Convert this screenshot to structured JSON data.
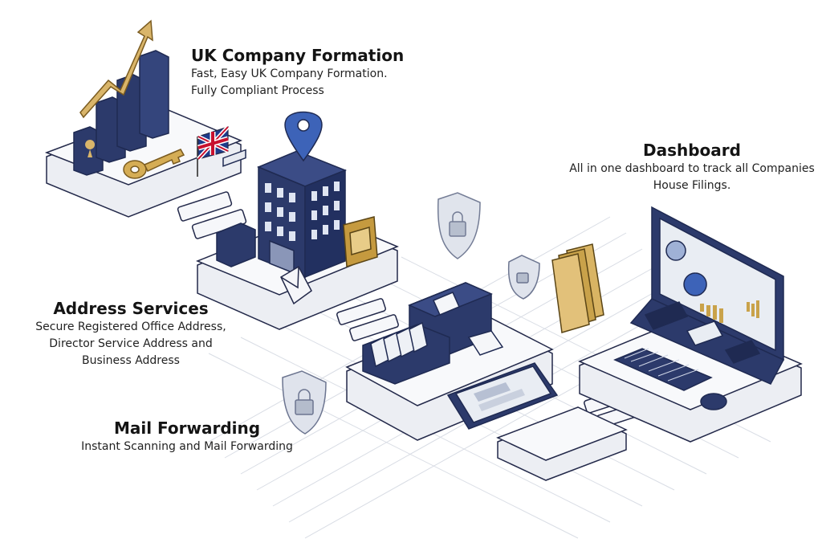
{
  "sections": {
    "formation": {
      "title": "UK Company Formation",
      "line1": "Fast, Easy UK Company Formation.",
      "line2": "Fully Compliant Process"
    },
    "dashboard": {
      "title": "Dashboard",
      "line1": "All in one dashboard to track all Companies",
      "line2": "House Filings."
    },
    "address": {
      "title": "Address Services",
      "line1": "Secure Registered Office Address,",
      "line2": "Director Service Address and",
      "line3": "Business Address"
    },
    "mail": {
      "title": "Mail Forwarding",
      "line1": "Instant Scanning and Mail Forwarding"
    }
  },
  "colors": {
    "navy": "#2c3a6b",
    "navy_dark": "#1f2a52",
    "gold": "#c9a24a",
    "platform": "#f4f5f8",
    "outline": "#23294a",
    "grid": "#c9ced8",
    "shield": "#cdd3df",
    "screen": "#e9edf3"
  },
  "icons": [
    "growth-chart-icon",
    "key-icon",
    "uk-flag-icon",
    "office-building-icon",
    "location-pin-icon",
    "envelope-icon",
    "shield-lock-icon",
    "mail-scanner-icon",
    "tablet-icon",
    "laptop-dashboard-icon",
    "mouse-icon",
    "documents-icon"
  ]
}
